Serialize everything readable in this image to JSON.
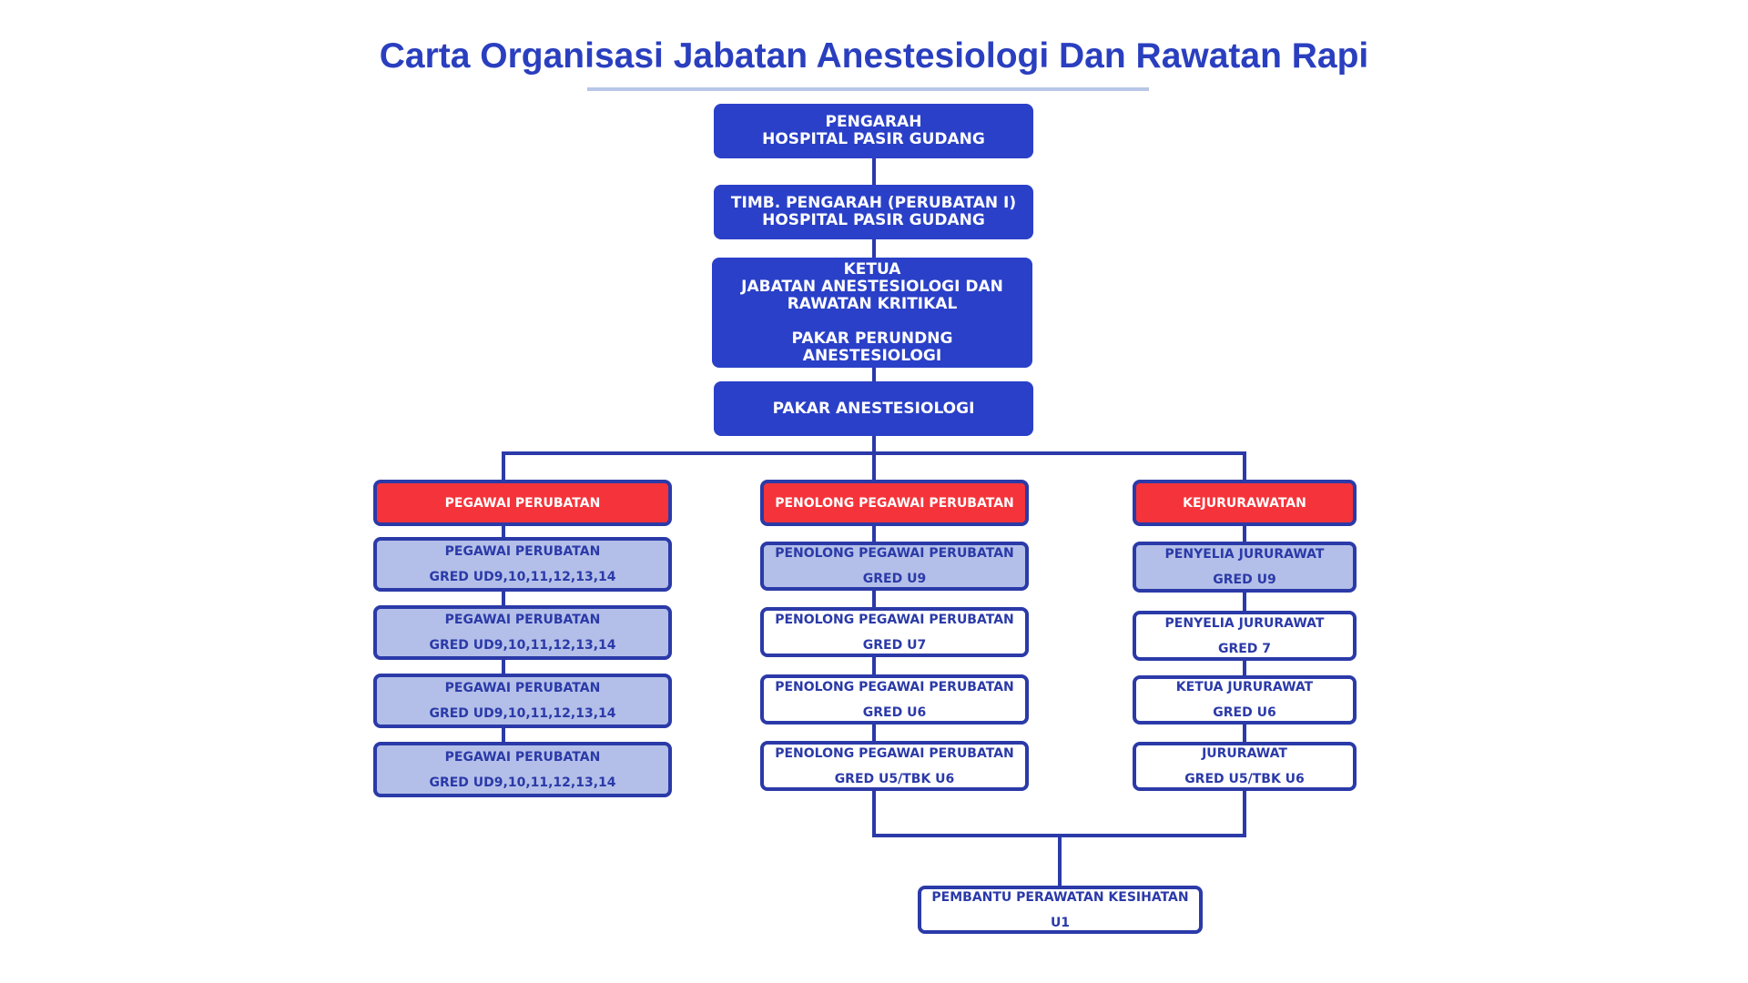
{
  "title": "Carta Organisasi Jabatan Anestesiologi Dan Rawatan Rapi",
  "top": {
    "pengarah": [
      "PENGARAH",
      "HOSPITAL PASIR GUDANG"
    ],
    "timb": [
      "TIMB. PENGARAH (PERUBATAN I)",
      "HOSPITAL PASIR GUDANG"
    ],
    "ketua": [
      "KETUA",
      "JABATAN ANESTESIOLOGI DAN",
      "RAWATAN KRITIKAL",
      "PAKAR PERUNDNG",
      "ANESTESIOLOGI"
    ],
    "pakar": "PAKAR ANESTESIOLOGI"
  },
  "left": {
    "header": "PEGAWAI PERUBATAN",
    "items": [
      [
        "PEGAWAI PERUBATAN",
        "GRED UD9,10,11,12,13,14"
      ],
      [
        "PEGAWAI PERUBATAN",
        "GRED UD9,10,11,12,13,14"
      ],
      [
        "PEGAWAI PERUBATAN",
        "GRED UD9,10,11,12,13,14"
      ],
      [
        "PEGAWAI PERUBATAN",
        "GRED UD9,10,11,12,13,14"
      ]
    ]
  },
  "middle": {
    "header": "PENOLONG PEGAWAI PERUBATAN",
    "items": [
      [
        "PENOLONG PEGAWAI PERUBATAN",
        "GRED U9"
      ],
      [
        "PENOLONG PEGAWAI PERUBATAN",
        "GRED U7"
      ],
      [
        "PENOLONG PEGAWAI PERUBATAN",
        "GRED U6"
      ],
      [
        "PENOLONG PEGAWAI PERUBATAN",
        "GRED U5/TBK U6"
      ]
    ]
  },
  "right": {
    "header": "KEJURURAWATAN",
    "items": [
      [
        "PENYELIA JURURAWAT",
        "GRED U9"
      ],
      [
        "PENYELIA JURURAWAT",
        "GRED 7"
      ],
      [
        "KETUA JURURAWAT",
        "GRED U6"
      ],
      [
        "JURURAWAT",
        "GRED U5/TBK U6"
      ]
    ]
  },
  "bottom": [
    "PEMBANTU PERAWATAN KESIHATAN",
    "U1"
  ]
}
